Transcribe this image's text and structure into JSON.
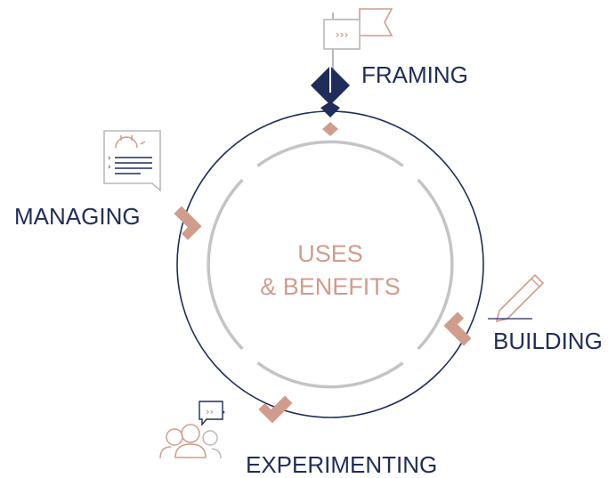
{
  "diagram": {
    "center": {
      "line1": "USES",
      "line2": "& BENEFITS"
    },
    "stages": {
      "framing": "FRAMING",
      "building": "BUILDING",
      "experimenting": "EXPERIMENTING",
      "managing": "MANAGING"
    }
  },
  "colors": {
    "navy": "#1f2d5a",
    "accent": "#d19c8c",
    "gray": "#c4c4c4",
    "icon_gray": "#b9b9b9"
  },
  "icons": {
    "framing": "flag-icon",
    "building": "pencil-icon",
    "experimenting": "team-chat-icon",
    "managing": "gear-chat-icon"
  }
}
